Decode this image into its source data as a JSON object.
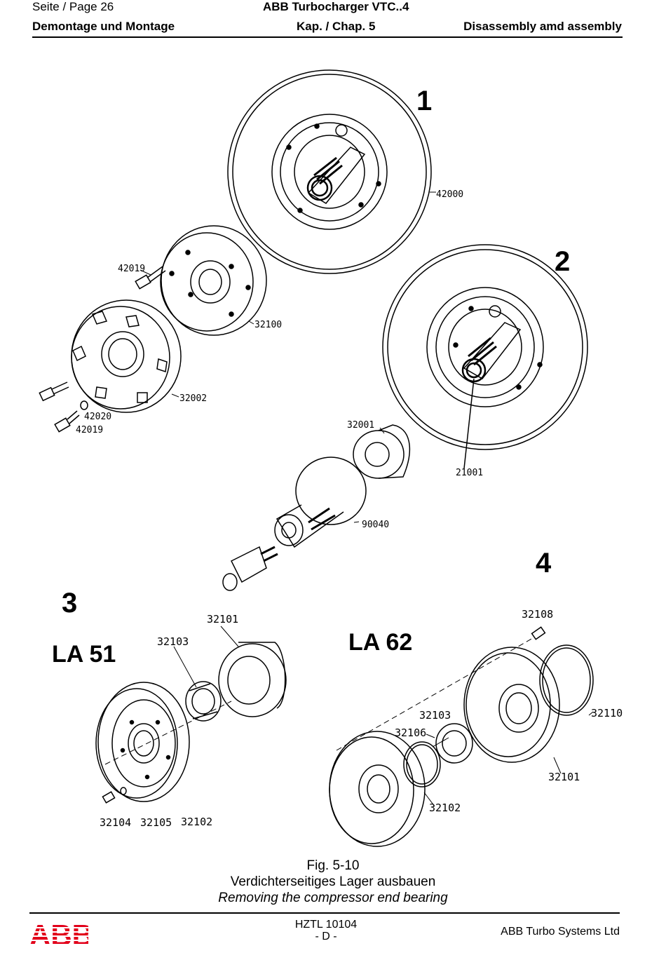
{
  "header": {
    "page_label": "Seite / Page  26",
    "doc_title": "ABB Turbocharger VTC..4",
    "section_de": "Demontage und Montage",
    "chapter": "Kap. / Chap. 5",
    "section_en": "Disassembly amd assembly"
  },
  "figure": {
    "step_numbers": [
      "1",
      "2",
      "3",
      "4"
    ],
    "bearing_types": [
      "LA 51",
      "LA 62"
    ],
    "part_numbers": {
      "p42000": "42000",
      "p42019a": "42019",
      "p32100": "32100",
      "p32002": "32002",
      "p42020": "42020",
      "p42019b": "42019",
      "p32001": "32001",
      "p21001": "21001",
      "p90040": "90040",
      "p32101a": "32101",
      "p32103a": "32103",
      "p32104": "32104",
      "p32105": "32105",
      "p32102a": "32102",
      "p32108": "32108",
      "p32110": "32110",
      "p32103b": "32103",
      "p32106": "32106",
      "p32101b": "32101",
      "p32102b": "32102"
    }
  },
  "caption": {
    "fig_no": "Fig. 5-10",
    "title_de": "Verdichterseitiges Lager ausbauen",
    "title_en": "Removing the compressor end bearing"
  },
  "footer": {
    "logo_text": "ABB",
    "logo_color": "#e2001a",
    "doc_code": "HZTL 10104",
    "lang": "- D -",
    "company": "ABB Turbo Systems Ltd"
  }
}
